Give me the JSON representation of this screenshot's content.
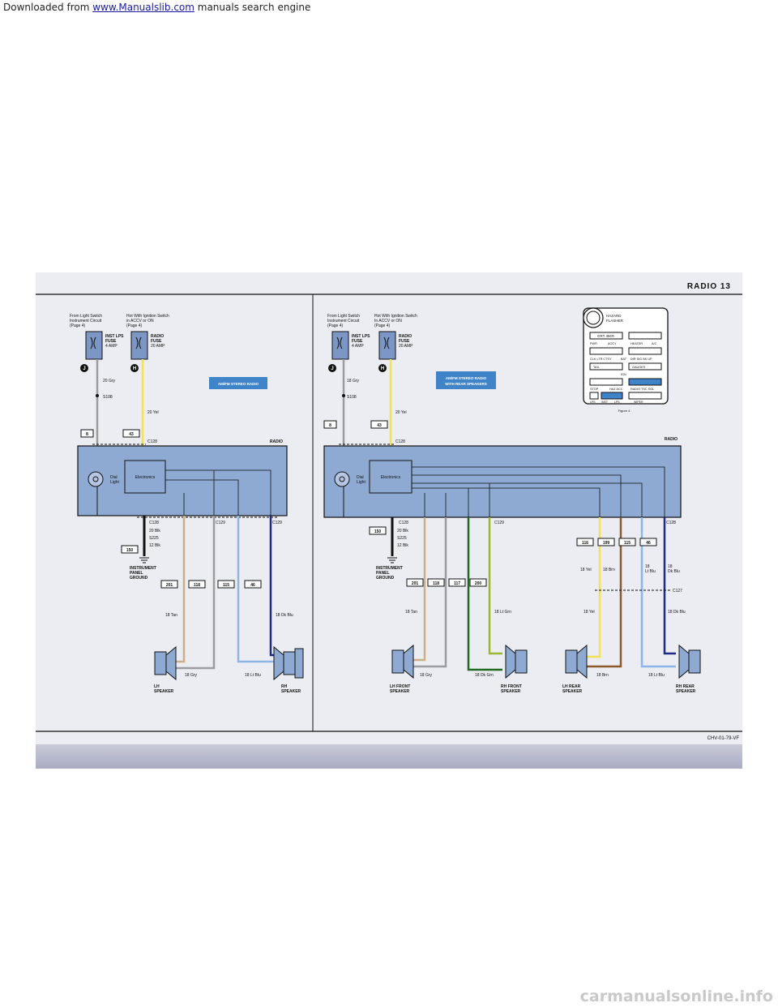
{
  "banner": {
    "prefix": "Downloaded from ",
    "link": "www.Manualslib.com",
    "suffix": " manuals search engine"
  },
  "page_header": "RADIO  13",
  "watermark": "carmanualsonline.info",
  "figure_code": "CHV-01-79-VF",
  "left": {
    "source1": [
      "From Light Switch",
      "Instrument Circuit",
      "(Page 4)"
    ],
    "source2": [
      "Hot With Ignition Switch",
      "in ACCV or ON",
      "(Page 4)"
    ],
    "fuse1": [
      "INST LPS",
      "FUSE",
      "4 AMP"
    ],
    "fuse2": [
      "RADIO",
      "FUSE",
      "20 AMP"
    ],
    "marker_j": "J",
    "marker_h": "H",
    "wire_gry": "20 Gry",
    "splice": "S108",
    "wire_yel": "20 Yel",
    "circuit_a": "8",
    "circuit_b": "43",
    "conn_top": "C128",
    "radio_title": "RADIO",
    "note": "AM/FM STEREO RADIO",
    "dial_light": [
      "Dial",
      "Light"
    ],
    "electronics": "Electronics",
    "conn_bl": "C128",
    "conn_bm": "C129",
    "conn_br": "C129",
    "gnd_wire": "20 Blk",
    "gnd_splice": "S225",
    "gnd_wire2": "12 Blk",
    "ground_circuit": "150",
    "ground_label": [
      "INSTRUMENT",
      "PANEL",
      "GROUND"
    ],
    "spk_circuits": [
      "201",
      "118",
      "115",
      "46"
    ],
    "wire_tan": "18 Tan",
    "wire_gry2": "18 Gry",
    "wire_ltblu": "18 Lt Blu",
    "wire_dkblu": "18 Dk Blu",
    "lh_speaker": [
      "LH",
      "SPEAKER"
    ],
    "rh_speaker": [
      "RH",
      "SPEAKER"
    ]
  },
  "right": {
    "source1": [
      "From Light Switch",
      "Instrument Circuit",
      "(Page 4)"
    ],
    "source2": [
      "Hot With Ignition Switch",
      "In ACCV or ON",
      "(Page 4)"
    ],
    "fuse1": [
      "INST LPS",
      "FUSE",
      "4 AMP"
    ],
    "fuse2": [
      "RADIO",
      "FUSE",
      "20 AMP"
    ],
    "marker_j": "J",
    "marker_h": "H",
    "wire_gry": "18 Gry",
    "splice": "S108",
    "wire_yel": "20 Yel",
    "circuit_a": "8",
    "circuit_b": "43",
    "conn_top": "C128",
    "radio_title": "RADIO",
    "note": [
      "AM/FM STEREO RADIO",
      "WITH REAR SPEAKERS"
    ],
    "dial_light": [
      "Dial",
      "Light"
    ],
    "electronics": "Electronics",
    "conn_bl": "C128",
    "conn_bm": "C129",
    "conn_br": "C128",
    "gnd_wire": "20 Blk",
    "gnd_splice": "S225",
    "gnd_wire2": "12 Blk",
    "ground_circuit": "150",
    "ground_label": [
      "INSTRUMENT",
      "PANEL",
      "GROUND"
    ],
    "front_circuits": [
      "201",
      "118",
      "117",
      "200"
    ],
    "rear_circuits": [
      "116",
      "199",
      "115",
      "46"
    ],
    "wire_tan": "18 Tan",
    "wire_dkgrn": "18 Dk Grn",
    "wire_ltgrn": "18 Lt Grn",
    "wire_yel_a": "18 Yel",
    "wire_brn": "18 Brn",
    "wire_ltblu": [
      "18",
      "Lt Blu"
    ],
    "wire_dkblu": [
      "18",
      "Dk Blu"
    ],
    "conn_rear": "C127",
    "wire_yel_b": "18 Yel",
    "wire_dkblu_b": "18 Dk Blu",
    "wire_brn_b": "18 Brn",
    "wire_ltblu_b": "18 Lt Blu",
    "lh_front": [
      "LH FRONT",
      "SPEAKER"
    ],
    "rh_front": [
      "RH FRONT",
      "SPEAKER"
    ],
    "lh_rear": [
      "LH REAR",
      "SPEAKER"
    ],
    "rh_rear": [
      "RH REAR",
      "SPEAKER"
    ]
  },
  "fuse_block": {
    "title": [
      "HAZARD",
      "FLASHER"
    ],
    "cells": {
      "r1_left": "CRT. BKR.",
      "r1_labels": [
        "PWR",
        "ACCY",
        "HEATER",
        "A/C"
      ],
      "r2_labels": [
        "CLK LTR CTSY",
        "BAT",
        "DIR SIG BK UP"
      ],
      "r3_labels": [
        "TAIL",
        "IGN",
        "GAUGES"
      ],
      "r4_labels": [
        "STOP",
        "HAZ ACC",
        "RADIO TSC SOL"
      ],
      "r5_labels": [
        "LPS",
        "INST",
        "LPS",
        "WIPER"
      ]
    },
    "caption": "Figure 4"
  },
  "colors": {
    "radio_box": "#8eaad2",
    "tan": "#c9ae86",
    "gray": "#9a9ca0",
    "lt_blue": "#8cb6e6",
    "dk_blue": "#1d2d86",
    "yellow": "#f0e25a",
    "brown": "#8a5a2c",
    "dk_green": "#1f6b22",
    "lt_green": "#9cb832",
    "note_box": "#3f84c8"
  }
}
